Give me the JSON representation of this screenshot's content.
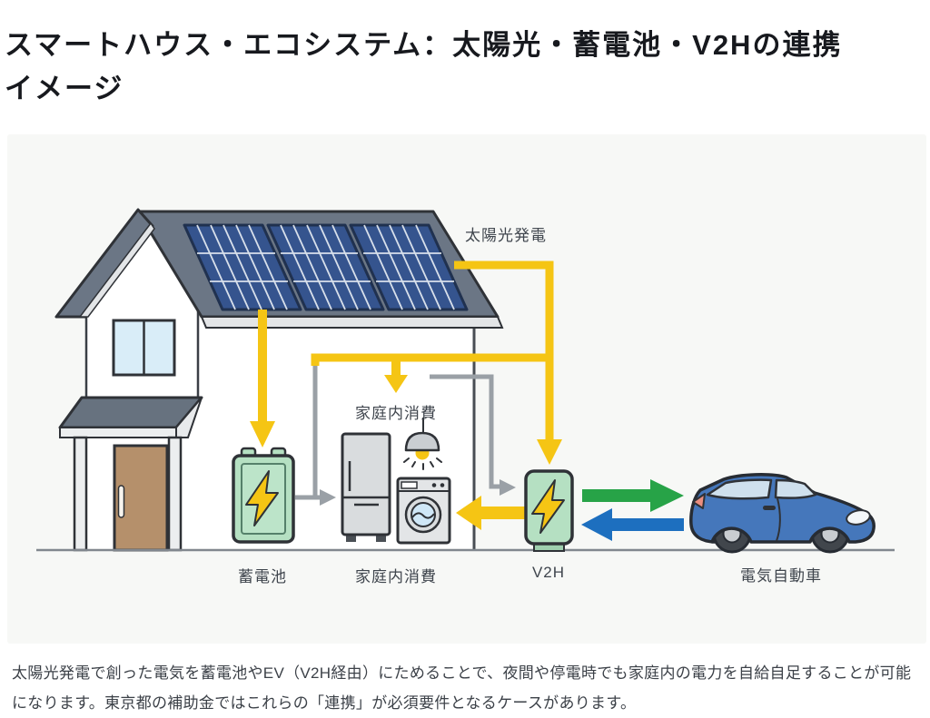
{
  "header": {
    "title_line1": "スマートハウス・エコシステム：太陽光・蓄電池・V2Hの連携",
    "title_line2": "イメージ"
  },
  "diagram": {
    "labels": {
      "solar": "太陽光発電",
      "battery": "蓄電池",
      "home_consumption_top": "家庭内消費",
      "home_consumption_bottom": "家庭内消費",
      "v2h": "V2H",
      "ev": "電気自動車"
    },
    "flows": [
      {
        "from": "太陽光発電",
        "to": "蓄電池",
        "color": "#F5C514"
      },
      {
        "from": "太陽光発電",
        "to": "V2H",
        "color": "#F5C514"
      },
      {
        "from": "太陽光発電",
        "to": "家庭内消費",
        "color": "#F5C514"
      },
      {
        "from": "蓄電池",
        "to": "家庭内消費",
        "color": "#9AA0A6"
      },
      {
        "from": "家庭内消費",
        "to": "V2H",
        "color": "#9AA0A6"
      },
      {
        "from": "V2H",
        "to": "家庭内消費",
        "color": "#F5C514"
      },
      {
        "from": "V2H",
        "to": "電気自動車",
        "color": "#27A347"
      },
      {
        "from": "電気自動車",
        "to": "V2H",
        "color": "#1D6FBF"
      }
    ],
    "colors": {
      "solar_flow_yellow": "#F5C514",
      "grid_wire_gray": "#9AA0A6",
      "v2h_to_ev_green": "#27A347",
      "ev_to_v2h_blue": "#1D6FBF",
      "device_green": "#B5E0C2",
      "car_blue": "#4577BB",
      "panel_blue": "#35548E",
      "roof_slate": "#6B7685"
    }
  },
  "caption": {
    "text": "太陽光発電で創った電気を蓄電池やEV（V2H経由）にためることで、夜間や停電時でも家庭内の電力を自給自足することが可能になります。東京都の補助金ではこれらの「連携」が必須要件となるケースがあります。"
  }
}
